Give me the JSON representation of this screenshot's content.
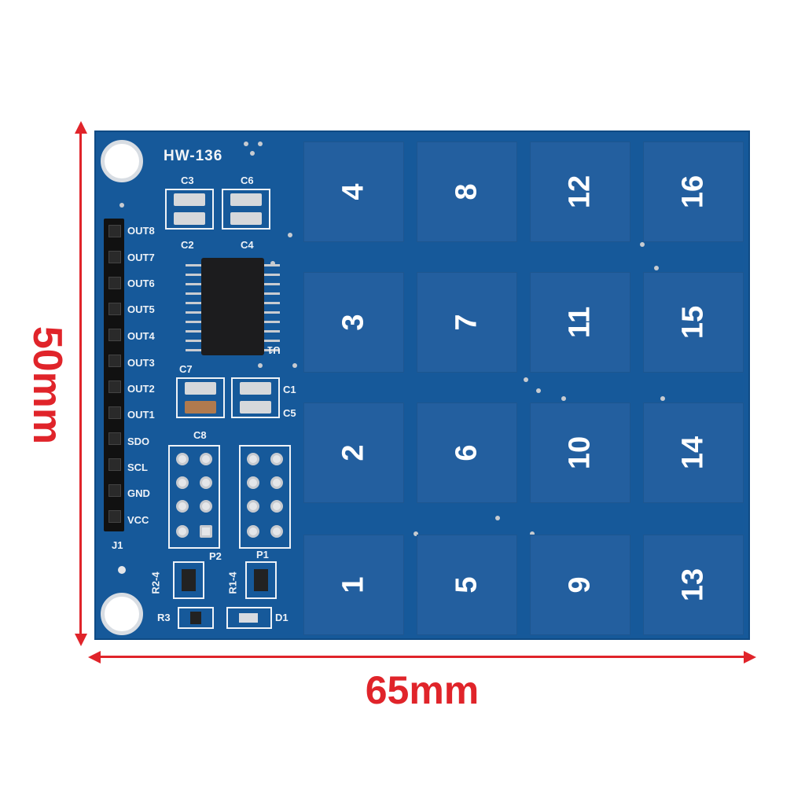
{
  "dimensions": {
    "height_label": "50mm",
    "width_label": "65mm",
    "arrow_color": "#e0242a"
  },
  "board": {
    "model": "HW-136",
    "color": "#16599a",
    "header_label": "J1",
    "pins": [
      "OUT8",
      "OUT7",
      "OUT6",
      "OUT5",
      "OUT4",
      "OUT3",
      "OUT2",
      "OUT1",
      "SDO",
      "SCL",
      "GND",
      "VCC"
    ],
    "components": {
      "ic": "U1",
      "caps": [
        "C3",
        "C6",
        "C2",
        "C4",
        "C7",
        "C1",
        "C8",
        "C5"
      ],
      "dip_left": "P2",
      "dip_right": "P1",
      "resistor_arrays": [
        "R2-4",
        "R1-4"
      ],
      "resistor": "R3",
      "led": "D1"
    },
    "keypad": [
      [
        "4",
        "8",
        "12",
        "16"
      ],
      [
        "3",
        "7",
        "11",
        "15"
      ],
      [
        "2",
        "6",
        "10",
        "14"
      ],
      [
        "1",
        "5",
        "9",
        "13"
      ]
    ]
  }
}
